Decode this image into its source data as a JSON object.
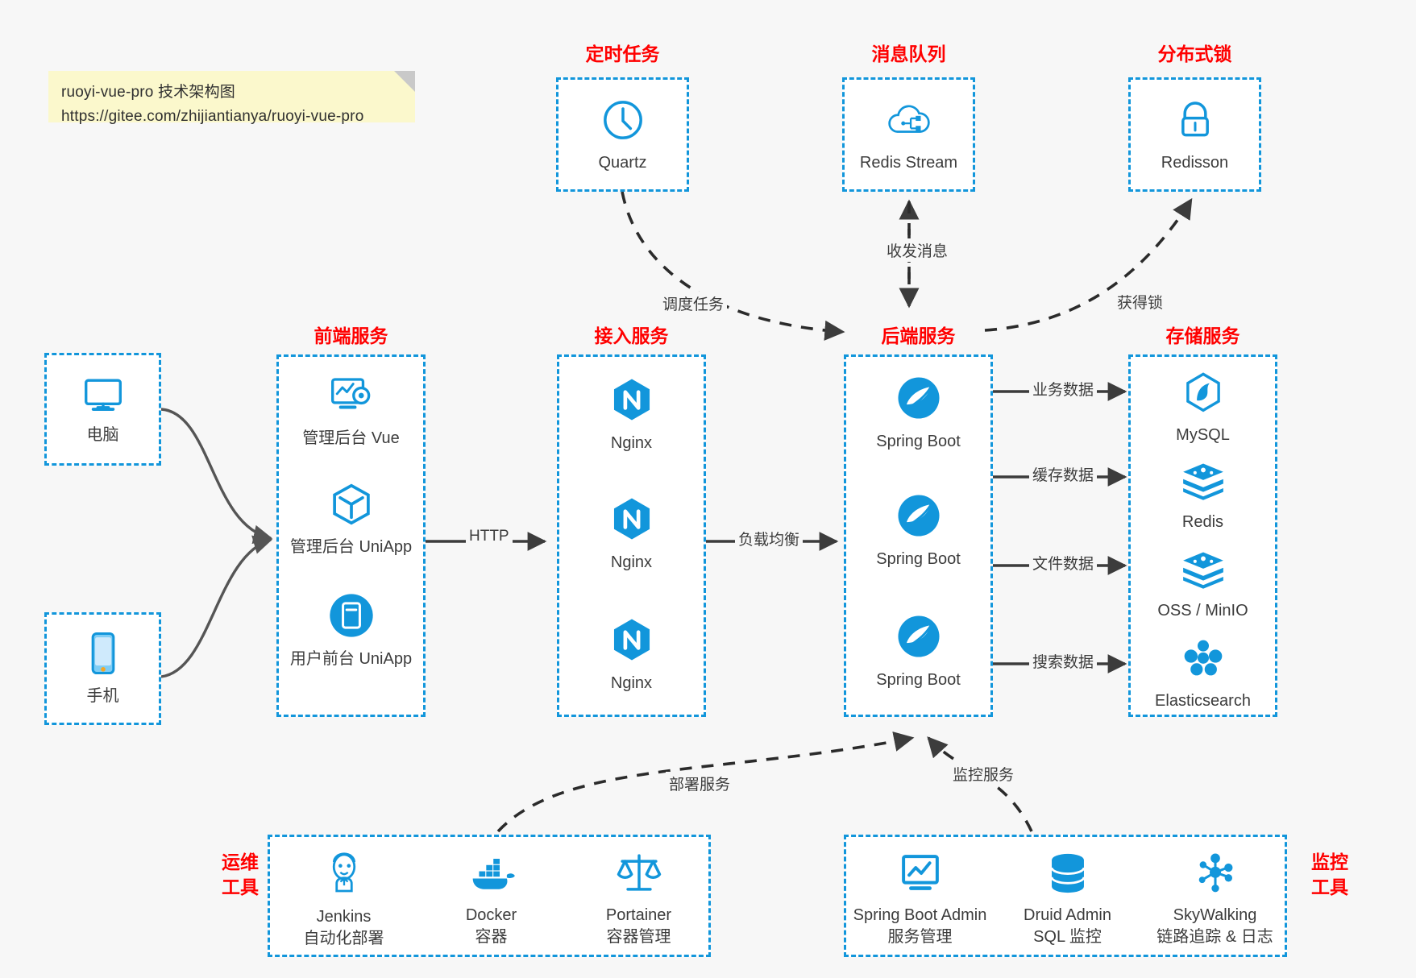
{
  "note": {
    "line1": "ruoyi-vue-pro 技术架构图",
    "line2": "https://gitee.com/zhijiantianya/ruoyi-vue-pro"
  },
  "colors": {
    "accent": "#1296db",
    "group_title": "#ff0000",
    "text": "#3c3c3c",
    "background": "#f7f7f7",
    "note_bg": "#fbf8cc",
    "edge": "#3c3c3c"
  },
  "groups": {
    "scheduled_task": "定时任务",
    "message_queue": "消息队列",
    "distributed_lock": "分布式锁",
    "frontend_service": "前端服务",
    "gateway_service": "接入服务",
    "backend_service": "后端服务",
    "storage_service": "存储服务",
    "devops_tools_l1": "运维",
    "devops_tools_l2": "工具",
    "monitor_tools_l1": "监控",
    "monitor_tools_l2": "工具"
  },
  "nodes": {
    "quartz": {
      "label": "Quartz",
      "icon": "clock-icon"
    },
    "redis_stream": {
      "label": "Redis Stream",
      "icon": "cloud-stream-icon"
    },
    "redisson": {
      "label": "Redisson",
      "icon": "lock-icon"
    },
    "computer": {
      "label": "电脑",
      "icon": "desktop-icon"
    },
    "phone": {
      "label": "手机",
      "icon": "mobile-icon"
    },
    "admin_vue": {
      "label": "管理后台 Vue",
      "icon": "dashboard-gear-icon"
    },
    "admin_uniapp": {
      "label": "管理后台 UniApp",
      "icon": "cube-icon"
    },
    "user_uniapp": {
      "label": "用户前台 UniApp",
      "icon": "app-window-icon"
    },
    "nginx_1": {
      "label": "Nginx",
      "icon": "nginx-icon"
    },
    "nginx_2": {
      "label": "Nginx",
      "icon": "nginx-icon"
    },
    "nginx_3": {
      "label": "Nginx",
      "icon": "nginx-icon"
    },
    "spring_boot_1": {
      "label": "Spring Boot",
      "icon": "spring-boot-icon"
    },
    "spring_boot_2": {
      "label": "Spring Boot",
      "icon": "spring-boot-icon"
    },
    "spring_boot_3": {
      "label": "Spring Boot",
      "icon": "spring-boot-icon"
    },
    "mysql": {
      "label": "MySQL",
      "icon": "mysql-icon"
    },
    "redis": {
      "label": "Redis",
      "icon": "redis-icon"
    },
    "oss_minio": {
      "label": "OSS / MinIO",
      "icon": "redis-icon"
    },
    "elasticsearch": {
      "label": "Elasticsearch",
      "icon": "elasticsearch-icon"
    },
    "jenkins": {
      "label": "Jenkins",
      "sublabel": "自动化部署",
      "icon": "jenkins-icon"
    },
    "docker": {
      "label": "Docker",
      "sublabel": "容器",
      "icon": "docker-icon"
    },
    "portainer": {
      "label": "Portainer",
      "sublabel": "容器管理",
      "icon": "scales-icon"
    },
    "spring_boot_admin": {
      "label": "Spring Boot Admin",
      "sublabel": "服务管理",
      "icon": "monitor-chart-icon"
    },
    "druid_admin": {
      "label": "Druid Admin",
      "sublabel": "SQL 监控",
      "icon": "database-icon"
    },
    "skywalking": {
      "label": "SkyWalking",
      "sublabel": "链路追踪 & 日志",
      "icon": "network-nodes-icon"
    }
  },
  "edges": {
    "http": "HTTP",
    "load_balance": "负载均衡",
    "schedule_task": "调度任务",
    "send_receive_message": "收发消息",
    "acquire_lock": "获得锁",
    "business_data": "业务数据",
    "cache_data": "缓存数据",
    "file_data": "文件数据",
    "search_data": "搜索数据",
    "deploy_service": "部署服务",
    "monitor_service": "监控服务"
  }
}
